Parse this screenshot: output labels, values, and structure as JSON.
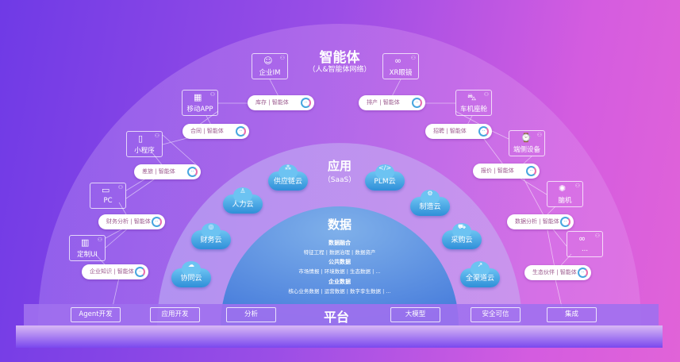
{
  "agents": {
    "title": "智能体",
    "subtitle": "（人&智能体网络）",
    "devices": [
      {
        "label": "企业IM",
        "icon": "chat-icon"
      },
      {
        "label": "移动APP",
        "icon": "apps-icon"
      },
      {
        "label": "小程序",
        "icon": "phone-icon"
      },
      {
        "label": "PC",
        "icon": "monitor-icon"
      },
      {
        "label": "定制UI",
        "icon": "chart-icon"
      },
      {
        "label": "XR眼镜",
        "icon": "glasses-icon"
      },
      {
        "label": "车机座舱",
        "icon": "car-icon"
      },
      {
        "label": "端侧设备",
        "icon": "watch-icon"
      },
      {
        "label": "脑机",
        "icon": "brain-icon"
      },
      {
        "label": "...",
        "icon": "infinity-icon"
      }
    ],
    "pills": [
      {
        "label": "库存 | 智能体"
      },
      {
        "label": "合同 | 智能体"
      },
      {
        "label": "差旅 | 智能体"
      },
      {
        "label": "财务分析 | 智能体"
      },
      {
        "label": "企业知识 | 智能体"
      },
      {
        "label": "排产 | 智能体"
      },
      {
        "label": "招聘 | 智能体"
      },
      {
        "label": "报价 | 智能体"
      },
      {
        "label": "数据分析 | 智能体"
      },
      {
        "label": "生态伙伴 | 智能体"
      }
    ]
  },
  "apps": {
    "title": "应用",
    "subtitle": "（SaaS）",
    "clouds": [
      {
        "label": "供应链云",
        "icon": "network-icon"
      },
      {
        "label": "人力云",
        "icon": "person-icon"
      },
      {
        "label": "财务云",
        "icon": "coin-icon"
      },
      {
        "label": "协同云",
        "icon": "cloud-icon"
      },
      {
        "label": "PLM云",
        "icon": "code-icon"
      },
      {
        "label": "制造云",
        "icon": "gear-icon"
      },
      {
        "label": "采购云",
        "icon": "cart-icon"
      },
      {
        "label": "全渠道云",
        "icon": "trend-icon"
      }
    ]
  },
  "data": {
    "title": "数据",
    "groups": [
      {
        "heading": "数据融合",
        "items": "特征工程 | 数据治理 | 数据资产"
      },
      {
        "heading": "公共数据",
        "items": "市场情报 | 环境数据 | 生态数据 | ..."
      },
      {
        "heading": "企业数据",
        "items": "核心业务数据 | 运营数据 | 数字孪生数据 | ..."
      }
    ]
  },
  "platform": {
    "title": "平台",
    "buttons": [
      "Agent开发",
      "应用开发",
      "分析",
      "大模型",
      "安全可信",
      "集成"
    ]
  }
}
